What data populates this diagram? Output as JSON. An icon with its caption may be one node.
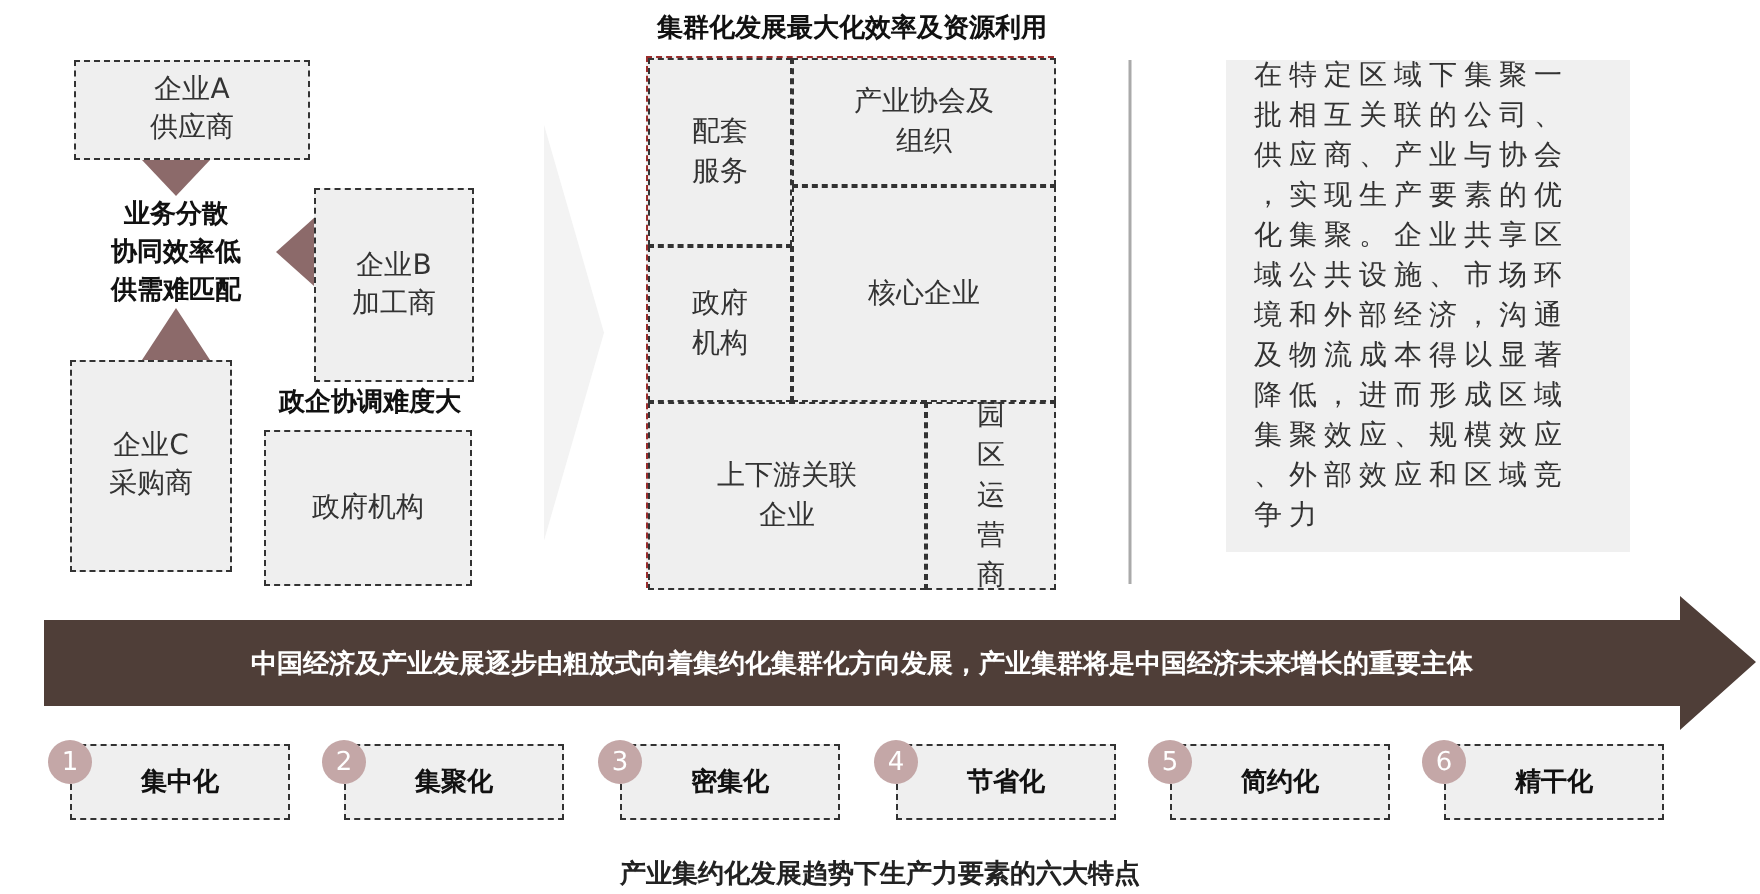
{
  "diagram": {
    "caption": "产业集约化发展趋势下生产力要素的六大特点",
    "nodes": [
      {
        "text": [
          "企业A",
          "供应商"
        ]
      },
      {
        "text": [
          "业务分散",
          "协同效率低",
          "供需难匹配"
        ]
      },
      {
        "text": [
          "企业B",
          "加工商"
        ]
      },
      {
        "text": [
          "企业C",
          "采购商"
        ]
      },
      {
        "text": [
          "政府机构"
        ],
        "beside": [
          "政企协调难度大"
        ]
      },
      {
        "text": [
          "集群化发展最大化效率及资源利用"
        ]
      },
      {
        "text": [
          "配套服务"
        ],
        "in": 5
      },
      {
        "text": [
          "产业协会及组织"
        ],
        "in": 5
      },
      {
        "text": [
          "政府机构"
        ],
        "in": 5
      },
      {
        "text": [
          "核心企业"
        ],
        "in": 5
      },
      {
        "text": [
          "上下游关联企业"
        ],
        "in": 5
      },
      {
        "text": [
          "园区运营商"
        ],
        "in": 5
      },
      {
        "text": [
          "在特定区域下集聚一批相互关联的公司、供应商、产业与协会，实现生产要素的优化集聚。企业共享区域公共设施、市场环境和外部经济，沟通及物流成本得以显著降低，进而形成区域集聚效应、规模效应、外部效应和区域竞争力"
        ]
      },
      {
        "text": [
          "中国经济及产业发展逐步由粗放式向着集约化集群化方向发展，产业集群将是中国经济未来增长的重要主体"
        ]
      },
      {
        "text": [
          "1"
        ]
      },
      {
        "text": [
          "集中化"
        ]
      },
      {
        "text": [
          "2"
        ]
      },
      {
        "text": [
          "集聚化"
        ]
      },
      {
        "text": [
          "3"
        ]
      },
      {
        "text": [
          "密集化"
        ]
      },
      {
        "text": [
          "4"
        ]
      },
      {
        "text": [
          "节省化"
        ]
      },
      {
        "text": [
          "5"
        ]
      },
      {
        "text": [
          "简约化"
        ]
      },
      {
        "text": [
          "6"
        ]
      },
      {
        "text": [
          "精干化"
        ]
      }
    ],
    "edges": [
      {
        "from": 0,
        "to": 1,
        "arrow": "to"
      },
      {
        "from": 2,
        "to": 1,
        "arrow": "to"
      },
      {
        "from": 3,
        "to": 1,
        "arrow": "to"
      },
      {
        "from": null,
        "to": 5,
        "arrow": "to"
      }
    ]
  }
}
